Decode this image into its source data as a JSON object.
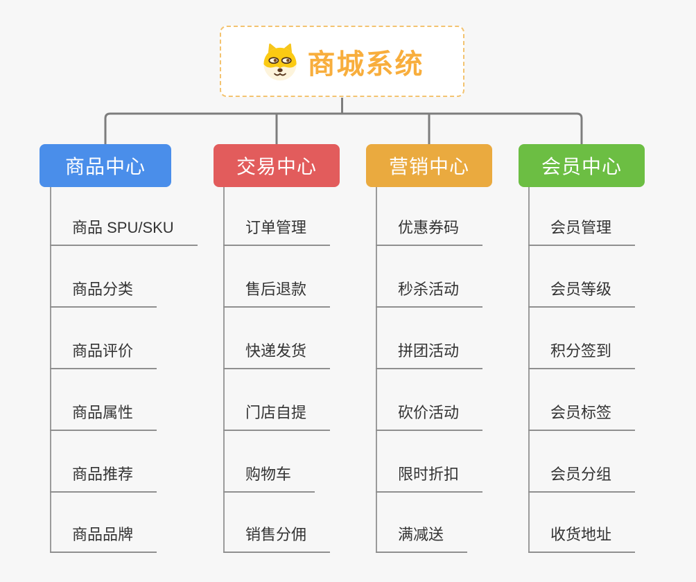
{
  "root": {
    "title": "商城系统",
    "icon": "dog-face-icon"
  },
  "colors": {
    "background": "#f7f7f7",
    "root_border": "#f3c370",
    "root_text": "#f8ae3d",
    "connector_main": "#7d7d7d",
    "connector_child": "#9b9b9b",
    "leaf_text": "#333333",
    "branch_product": "#4a8eea",
    "branch_trade": "#e25c5c",
    "branch_marketing": "#eaaa3f",
    "branch_member": "#6cbe43"
  },
  "columns": [
    {
      "title": "商品中心",
      "color": "#4a8eea",
      "items": [
        "商品 SPU/SKU",
        "商品分类",
        "商品评价",
        "商品属性",
        "商品推荐",
        "商品品牌"
      ]
    },
    {
      "title": "交易中心",
      "color": "#e25c5c",
      "items": [
        "订单管理",
        "售后退款",
        "快递发货",
        "门店自提",
        "购物车",
        "销售分佣"
      ]
    },
    {
      "title": "营销中心",
      "color": "#eaaa3f",
      "items": [
        "优惠券码",
        "秒杀活动",
        "拼团活动",
        "砍价活动",
        "限时折扣",
        "满减送"
      ]
    },
    {
      "title": "会员中心",
      "color": "#6cbe43",
      "items": [
        "会员管理",
        "会员等级",
        "积分签到",
        "会员标签",
        "会员分组",
        "收货地址"
      ]
    }
  ]
}
